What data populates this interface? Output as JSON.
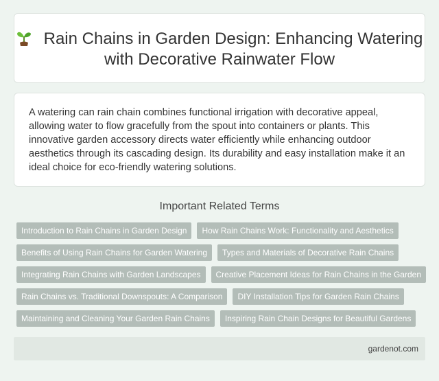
{
  "header": {
    "icon": "sprout-icon",
    "title": "Rain Chains in Garden Design: Enhancing Watering with Decorative Rainwater Flow"
  },
  "description": "A watering can rain chain combines functional irrigation with decorative appeal, allowing water to flow gracefully from the spout into containers or plants. This innovative garden accessory directs water efficiently while enhancing outdoor aesthetics through its cascading design. Its durability and easy installation make it an ideal choice for eco-friendly watering solutions.",
  "related": {
    "heading": "Important Related Terms",
    "rows": [
      [
        "Introduction to Rain Chains in Garden Design",
        "How Rain Chains Work: Functionality and Aesthetics"
      ],
      [
        "Benefits of Using Rain Chains for Garden Watering",
        "Types and Materials of Decorative Rain Chains"
      ],
      [
        "Integrating Rain Chains with Garden Landscapes",
        "Creative Placement Ideas for Rain Chains in the Garden"
      ],
      [
        "Rain Chains vs. Traditional Downspouts: A Comparison",
        "DIY Installation Tips for Garden Rain Chains"
      ],
      [
        "Maintaining and Cleaning Your Garden Rain Chains",
        "Inspiring Rain Chain Designs for Beautiful Gardens"
      ]
    ]
  },
  "footer": {
    "site": "gardenot.com"
  },
  "colors": {
    "background": "#eef4f0",
    "tag": "#b3bdb8",
    "footer": "#e1e8e3"
  }
}
